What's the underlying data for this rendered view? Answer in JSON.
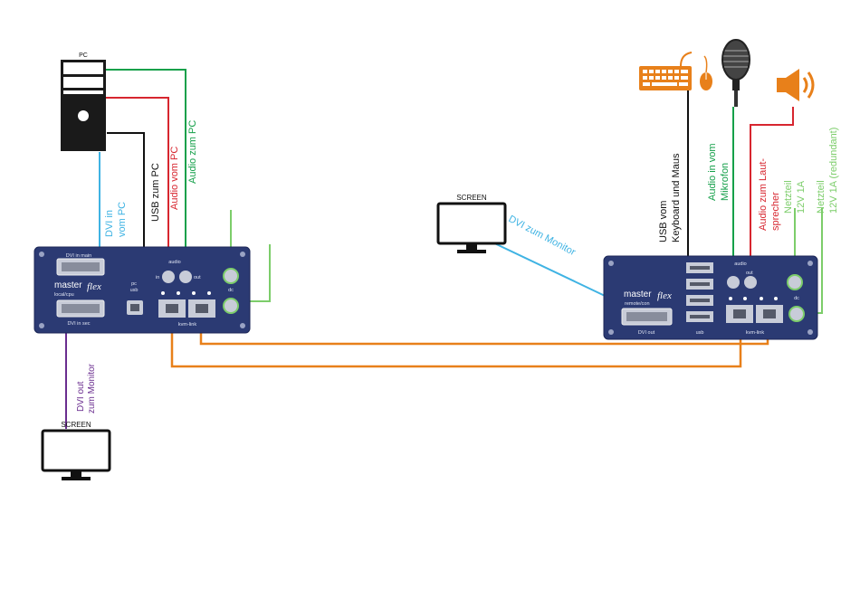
{
  "pc": {
    "label": "PC"
  },
  "screens": {
    "left_label": "SCREEN",
    "right_label": "SCREEN"
  },
  "left_unit": {
    "brand": "master",
    "brand_script": "flex",
    "sub": "local/cpu",
    "dvi_in_main": "DVI in main",
    "dvi_in_sec": "DVI in sec",
    "pc": "pc",
    "usb": "usb",
    "audio": "audio",
    "audio_in": "in",
    "audio_out": "out",
    "dc": "dc",
    "kvm_link": "kvm-link"
  },
  "right_unit": {
    "brand": "master",
    "brand_script": "flex",
    "sub": "remote/con",
    "dvi_out": "DVI out",
    "usb": "usb",
    "audio": "audio",
    "audio_out": "out",
    "dc": "dc",
    "kvm_link": "kvm-link"
  },
  "cables": {
    "dvi_in_1": "DVI in",
    "dvi_in_2": "vom PC",
    "usb_pc": "USB zum PC",
    "audio_vom_pc": "Audio vom PC",
    "audio_zum_pc": "Audio zum PC",
    "dvi_out_1": "DVI out",
    "dvi_out_2": "zum  Monitor",
    "dvi_zum_monitor": "DVI zum Monitor",
    "usb_kbd_1": "USB vom",
    "usb_kbd_2": "Keyboard und Maus",
    "audio_mic_1": "Audio in vom",
    "audio_mic_2": "Mikrofon",
    "audio_spk_1": "Audio zum Laut-",
    "audio_spk_2": "sprecher",
    "psu1_1": "Netzteil",
    "psu1_2": "12V 1A",
    "psu2_1": "Netzteil",
    "psu2_2": "12V 1A (redundant)"
  },
  "colors": {
    "unit_body": "#2b3a73",
    "orange": "#e8801a",
    "blue": "#3fb3e3",
    "red": "#d7262f",
    "green": "#15a04a",
    "light_green": "#7ccd6a",
    "purple": "#6a2d8f",
    "black": "#111111"
  },
  "icons": [
    "keyboard-icon",
    "mouse-icon",
    "microphone-icon",
    "speaker-icon",
    "pc-tower-icon",
    "monitor-icon"
  ]
}
